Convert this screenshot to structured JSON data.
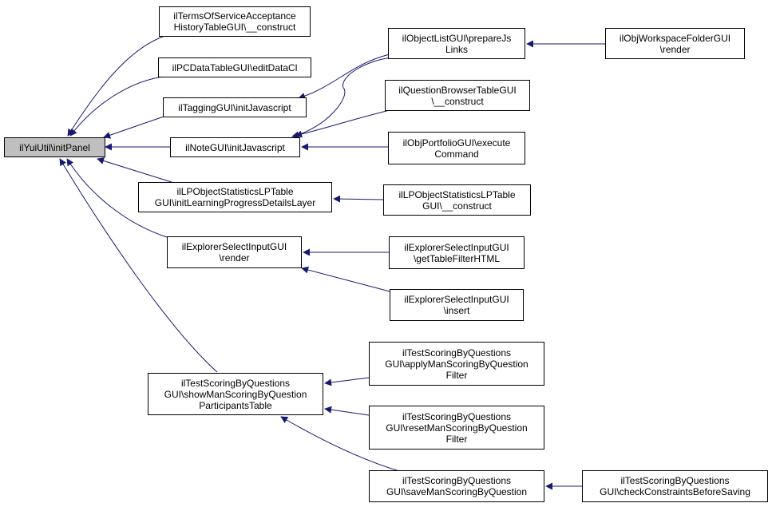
{
  "colors": {
    "edge": "#191970",
    "node_border": "#000000",
    "root_fill": "#bfbfbf",
    "node_fill": "#ffffff"
  },
  "nodes": {
    "root": "ilYuiUtil\\initPanel",
    "terms": "ilTermsOfServiceAcceptance\nHistoryTableGUI\\__construct",
    "pcdata": "ilPCDataTableGUI\\editDataCl",
    "tagging": "ilTaggingGUI\\initJavascript",
    "note": "ilNoteGUI\\initJavascript",
    "lpstats": "ilLPObjectStatisticsLPTable\nGUI\\initLearningProgressDetailsLayer",
    "explorer": "ilExplorerSelectInputGUI\n\\render",
    "testshow": "ilTestScoringByQuestions\nGUI\\showManScoringByQuestion\nParticipantsTable",
    "objlist": "ilObjectListGUI\\prepareJs\nLinks",
    "workspace": "ilObjWorkspaceFolderGUI\n\\render",
    "qbrowser": "ilQuestionBrowserTableGUI\n\\__construct",
    "portfolio": "ilObjPortfolioGUI\\execute\nCommand",
    "lpstats2": "ilLPObjectStatisticsLPTable\nGUI\\__construct",
    "explfilter": "ilExplorerSelectInputGUI\n\\getTableFilterHTML",
    "explinsert": "ilExplorerSelectInputGUI\n\\insert",
    "testapply": "ilTestScoringByQuestions\nGUI\\applyManScoringByQuestion\nFilter",
    "testreset": "ilTestScoringByQuestions\nGUI\\resetManScoringByQuestion\nFilter",
    "testsave": "ilTestScoringByQuestions\nGUI\\saveManScoringByQuestion",
    "testcheck": "ilTestScoringByQuestions\nGUI\\checkConstraintsBeforeSaving"
  }
}
